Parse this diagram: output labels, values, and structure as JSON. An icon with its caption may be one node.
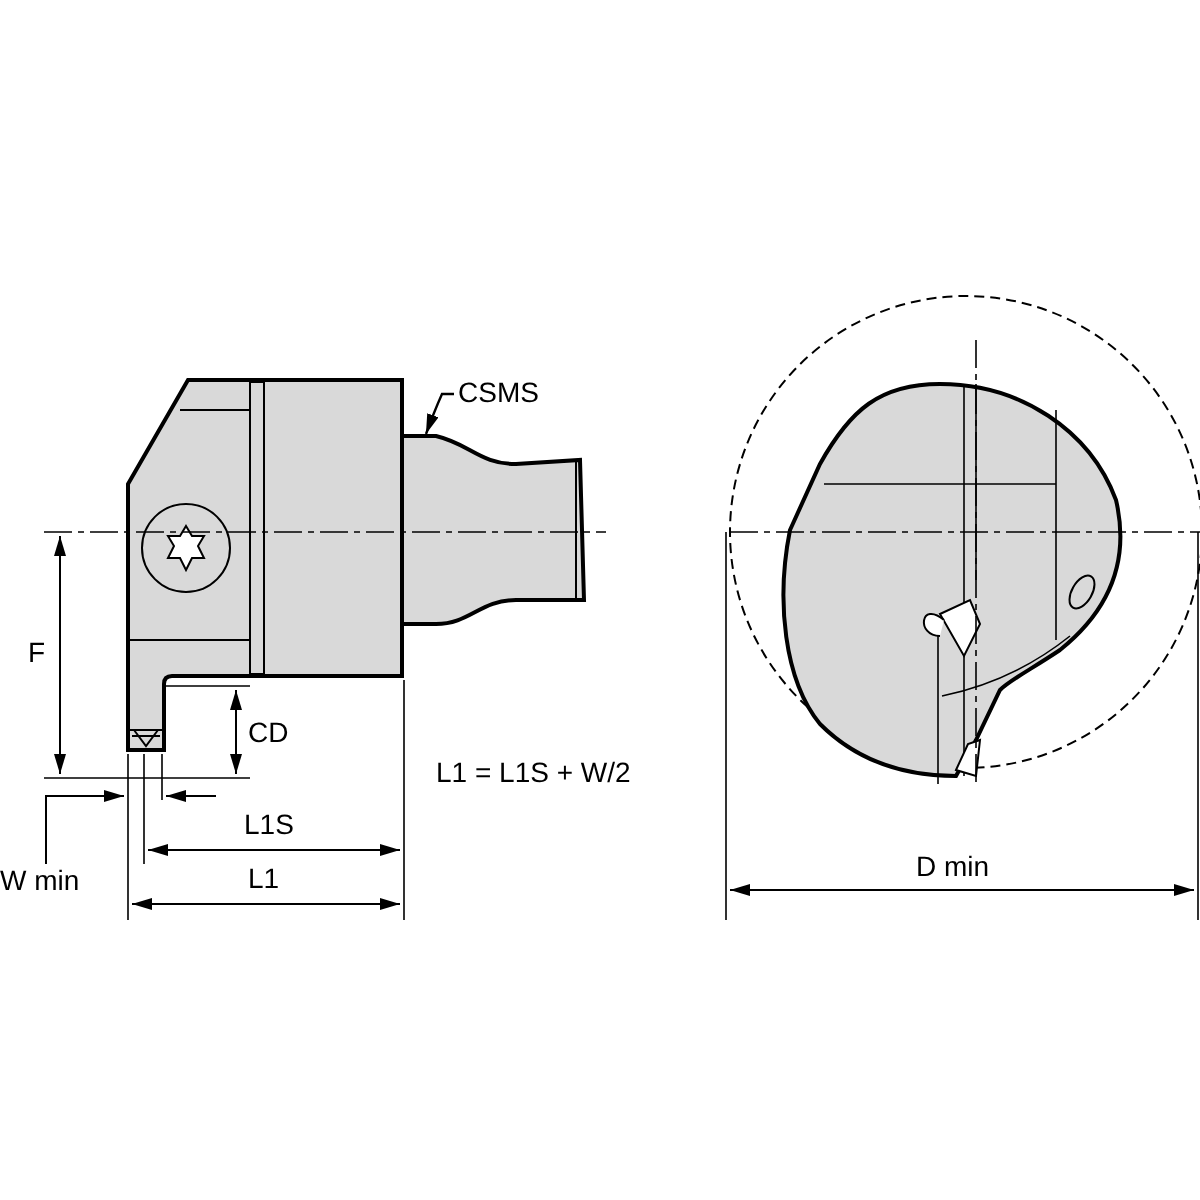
{
  "diagram": {
    "nodes": [
      {
        "text": [
          "CSMS"
        ]
      },
      {
        "text": [],
        "shape": "picture"
      }
    ],
    "edges": [
      {
        "from": 0,
        "to": 1,
        "arrow": "to"
      }
    ],
    "labels": [
      "F",
      "CD",
      "L1 = L1S + W/2",
      "W min",
      "L1S",
      "L1",
      "D min"
    ]
  }
}
